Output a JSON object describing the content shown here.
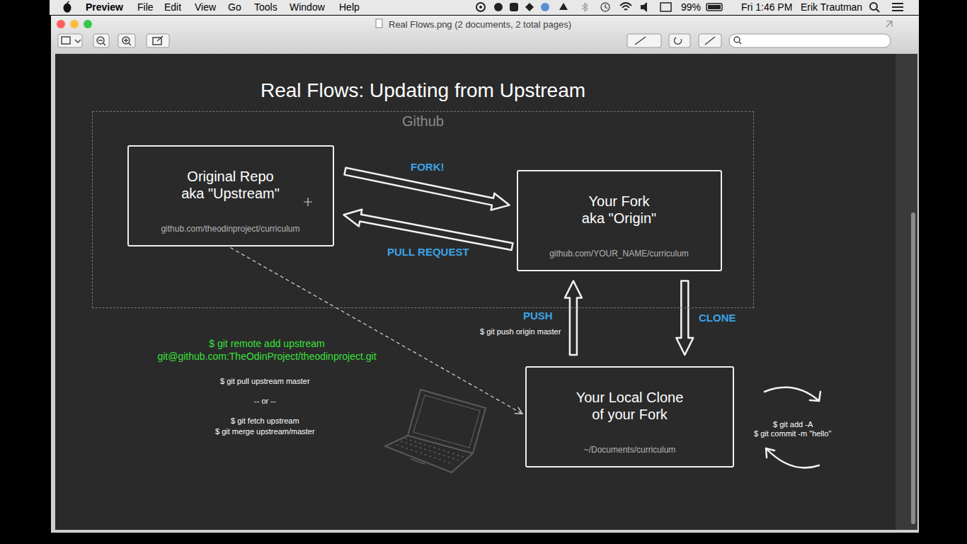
{
  "diagram": {
    "title": "Real Flows: Updating from Upstream",
    "nodes": [
      {
        "text": [
          "Github"
        ]
      },
      {
        "text": [
          "Original Repo aka \"Upstream\"",
          "github.com/theodinproject/curriculum"
        ],
        "in": 0
      },
      {
        "text": [
          "Your Fork aka \"Origin\"",
          "github.com/YOUR_NAME/curriculum"
        ],
        "in": 0
      },
      {
        "text": [
          "Your Local Clone of your Fork",
          "~/Documents/curriculum"
        ]
      }
    ],
    "edges": [
      {
        "from": 1,
        "to": 2,
        "arrow": "to",
        "label": "FORK!"
      },
      {
        "from": 2,
        "to": 1,
        "arrow": "to",
        "label": "PULL REQUEST"
      },
      {
        "from": 3,
        "to": 2,
        "arrow": "to",
        "label": "PUSH"
      },
      {
        "from": 2,
        "to": 3,
        "arrow": "to",
        "label": "CLONE"
      },
      {
        "from": 1,
        "to": 3,
        "arrow": "to"
      }
    ],
    "labels": [
      "Preview",
      "File",
      "Edit",
      "View",
      "Go",
      "Tools",
      "Window",
      "Help",
      "99%",
      "Fri 1:46 PM",
      "Erik Trautman",
      "Real Flows.png (2 documents, 2 total pages)",
      "$ git remote add upstream git@github.com:TheOdinProject/theodinproject.git",
      "$ git pull upstream master",
      "-- or --",
      "$ git fetch upstream",
      "$ git merge upstream/master",
      "$ git push origin master",
      "$ git add -A",
      "$ git commit -m \"hello\""
    ]
  }
}
